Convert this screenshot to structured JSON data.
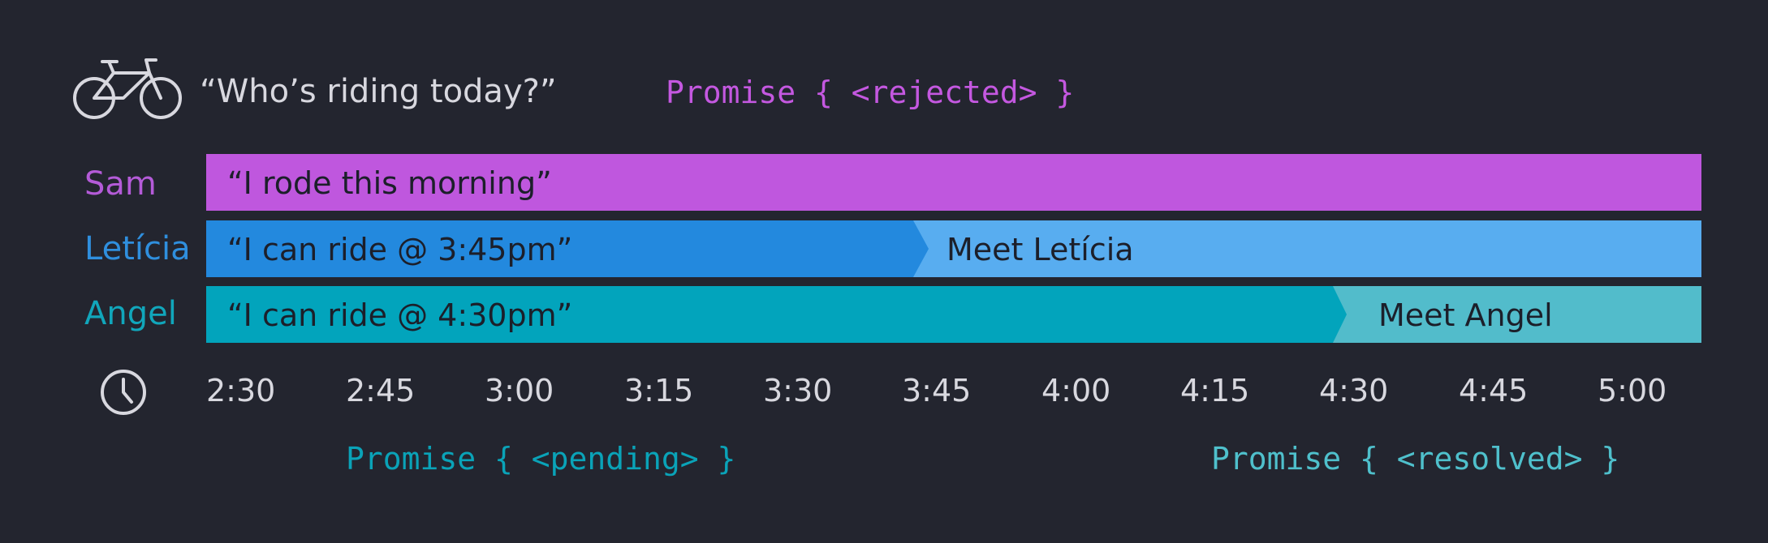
{
  "header": {
    "icon": "bicycle-icon",
    "question": "“Who’s riding today?”",
    "promise_rejected": "Promise { <rejected> }"
  },
  "colors": {
    "background": "#23252f",
    "sam": "#bf57de",
    "leticia_pending": "#2389de",
    "leticia_resolved": "#58adf0",
    "angel_pending": "#02a4bc",
    "angel_resolved": "#52bccb",
    "rejected_text": "#c458e0",
    "pending_text": "#0aa3b8",
    "resolved_text": "#4fc0cc",
    "tick_text": "#d8d8df"
  },
  "rows": [
    {
      "name": "Sam",
      "name_color": "#b45bd8",
      "pending_label": "“I rode this morning”",
      "resolved_label": ""
    },
    {
      "name": "Letícia",
      "name_color": "#2f8fde",
      "pending_label": "“I can ride @ 3:45pm”",
      "resolved_label": "Meet Letícia"
    },
    {
      "name": "Angel",
      "name_color": "#11a6bb",
      "pending_label": "“I can ride @ 4:30pm”",
      "resolved_label": "Meet Angel"
    }
  ],
  "timeline": {
    "icon": "clock-icon",
    "ticks": [
      "2:30",
      "2:45",
      "3:00",
      "3:15",
      "3:30",
      "3:45",
      "4:00",
      "4:15",
      "4:30",
      "4:45",
      "5:00"
    ]
  },
  "footer": {
    "promise_pending": "Promise { <pending> }",
    "promise_resolved": "Promise { <resolved> }"
  }
}
